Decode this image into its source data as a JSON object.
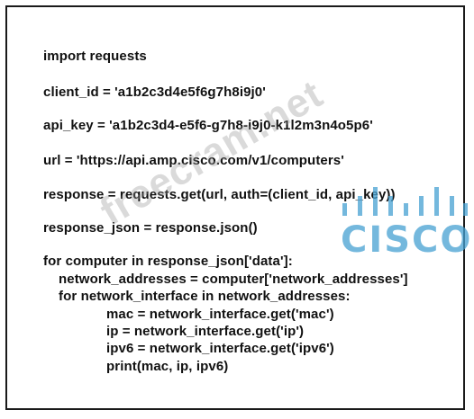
{
  "code": {
    "lines": [
      "import requests",
      "client_id = 'a1b2c3d4e5f6g7h8i9j0'",
      "api_key = 'a1b2c3d4-e5f6-g7h8-i9j0-k1l2m3n4o5p6'",
      "url = 'https://api.amp.cisco.com/v1/computers'",
      "response = requests.get(url, auth=(client_id, api_key))",
      "response_json = response.json()",
      "for computer in response_json['data']:",
      "network_addresses = computer['network_addresses']",
      "for network_interface in network_addresses:",
      "mac = network_interface.get('mac')",
      "ip = network_interface.get('ip')",
      "ipv6 = network_interface.get('ipv6')",
      "print(mac, ip, ipv6)"
    ]
  },
  "watermark": {
    "text": "freecram.net"
  },
  "logo": {
    "word": "CISCO",
    "color": "#46a0d2"
  }
}
